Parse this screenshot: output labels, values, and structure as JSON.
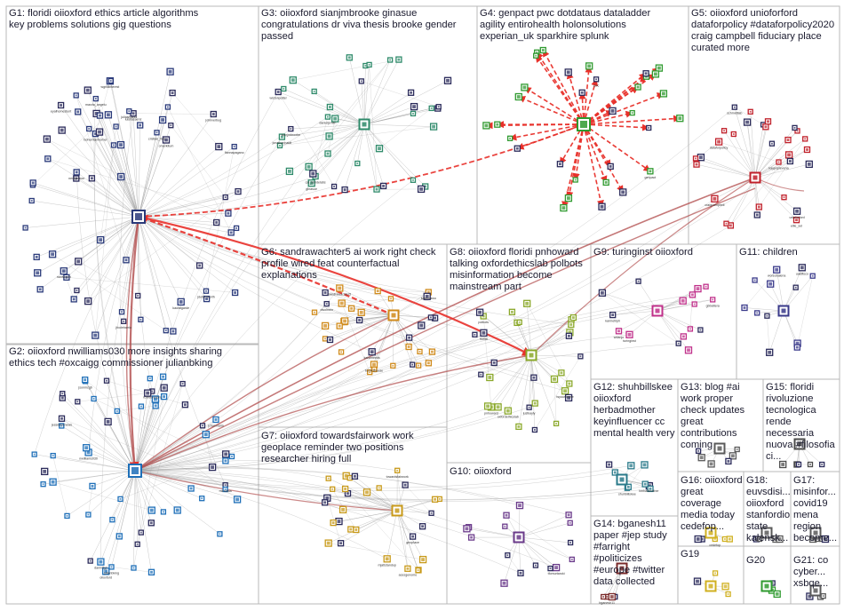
{
  "graph_title": "",
  "colors": {
    "edge_gray": "#9a9a9a",
    "edge_red": "#e8302a",
    "edge_dark": "#b04a4a",
    "box_border": "#b9b9b9",
    "label_text": "#1a1a2e"
  },
  "groups": [
    {
      "id": "G1",
      "label": "G1: floridi oiioxford ethics article algorithms key problems solutions gig questions",
      "node_color": "#2a3a7a"
    },
    {
      "id": "G2",
      "label": "G2: oiioxford nwilliams030 more insights sharing ethics tech #oxcaigg commissioner julianbking",
      "node_color": "#1e6fb8"
    },
    {
      "id": "G3",
      "label": "G3: oiioxford sianjmbrooke ginasue congratulations dr viva thesis brooke gender passed",
      "node_color": "#2e8a6a"
    },
    {
      "id": "G4",
      "label": "G4: genpact pwc dotdataus dataladder agility entirohealth holonsolutions experian_uk sparkhire splunk",
      "node_color": "#2f9a2f"
    },
    {
      "id": "G5",
      "label": "G5: oiioxford unioforford dataforpolicy #dataforpolicy2020 craig campbell fiduciary place curated more",
      "node_color": "#c0202a"
    },
    {
      "id": "G6",
      "label": "G6: sandrawachter5 ai work right check profile wired feat counterfactual explanations",
      "node_color": "#d08a1a"
    },
    {
      "id": "G7",
      "label": "G7: oiioxford towardsfairwork work geoplace reminder two positions researcher hiring full",
      "node_color": "#c89a1a"
    },
    {
      "id": "G8",
      "label": "G8: oiioxford floridi pnhoward talking oxfordethicslab polbots misinformation become mainstream part",
      "node_color": "#8aa82a"
    },
    {
      "id": "G9",
      "label": "G9: turinginst oiioxford",
      "node_color": "#c0308a"
    },
    {
      "id": "G10",
      "label": "G10: oiioxford",
      "node_color": "#6a3a8a"
    },
    {
      "id": "G11",
      "label": "G11: children",
      "node_color": "#3a3a8a"
    },
    {
      "id": "G12",
      "label": "G12: shuhbillskee oiioxford herbadmother keyinfluencer cc mental health very",
      "node_color": "#2a7a8a"
    },
    {
      "id": "G13",
      "label": "G13: blog #ai work proper check updates great contributions coming",
      "node_color": "#5a5a5a"
    },
    {
      "id": "G14",
      "label": "G14: bganesh11 paper #jep study #farright #politicizes #europe #twitter data collected",
      "node_color": "#7a2a2a"
    },
    {
      "id": "G15",
      "label": "G15: floridi rivoluzione tecnologica rende necessaria nuova #filosofia ci...",
      "node_color": "#4a4a4a"
    },
    {
      "id": "G16",
      "label": "G16: oiioxford great coverage media today cedefop...",
      "node_color": "#d0b020"
    },
    {
      "id": "G17",
      "label": "G17: misinfor... covid19 mena region become...",
      "node_color": "#5a5a5a"
    },
    {
      "id": "G18",
      "label": "G18: euvsdisi... oiioxford stanfordio state kalensk...",
      "node_color": "#5a5a5a"
    },
    {
      "id": "G19",
      "label": "G19",
      "node_color": "#d0b020"
    },
    {
      "id": "G20",
      "label": "G20",
      "node_color": "#2f9a2f"
    },
    {
      "id": "G21",
      "label": "G21: co cyber... xsbqe...",
      "node_color": "#5a5a5a"
    }
  ],
  "node_labels": {
    "G1": [
      "bohemianhorner",
      "eyalhomestunt",
      "marzia_angelu",
      "wgrilliinterest",
      "luisitasaenz",
      "cristian_iten",
      "nerdyhuron",
      "johnverbug",
      "jduforsworth",
      "juliasmandi",
      "jfcolebarrio",
      "fiannapagano",
      "nanivosim",
      "omerkitum",
      "kaufalgarde"
    ],
    "G2": [
      "oiioxford",
      "rcoreerenpm",
      "jsonmcgb",
      "daninttgs",
      "jessdavisnews",
      "nwilliams030",
      "jchanmarin",
      "miradata",
      "julianbking"
    ],
    "G3": [
      "ginasue",
      "sianjmbrooke",
      "jonathanhaidt",
      "danieljsmith",
      "wistonpotter",
      "cal_tehidelabs"
    ],
    "G4": [
      "genpact",
      "pwc"
    ],
    "G5": [
      "dataforpolicy",
      "unioforford",
      "craigcampbell",
      "kaypoplevena",
      "schmidtlab",
      "ellie_sel"
    ],
    "G6": [
      "sandrawachter5",
      "kaiserleeds",
      "bcmirshouse",
      "kashotawo",
      "dwolmen"
    ],
    "G7": [
      "towardsfairwork",
      "geoplace",
      "mjatlstandup",
      "acesgenome"
    ],
    "G8": [
      "pnhoward",
      "floridi",
      "oxfordethicslab",
      "polbots",
      "justkayly",
      "tsyousarose"
    ],
    "G9": [
      "turinginst",
      "karmetriph",
      "gbbattera",
      "wdanjo"
    ],
    "G10": [
      "tfomurtaroki"
    ],
    "G11": [
      "worsobalena",
      "ualdfisco"
    ],
    "G12": [
      "shuhbillskee",
      "herbadmother"
    ],
    "G13": [],
    "G14": [
      "bganesh11"
    ],
    "G15": [],
    "G16": [
      "cedefop"
    ]
  }
}
